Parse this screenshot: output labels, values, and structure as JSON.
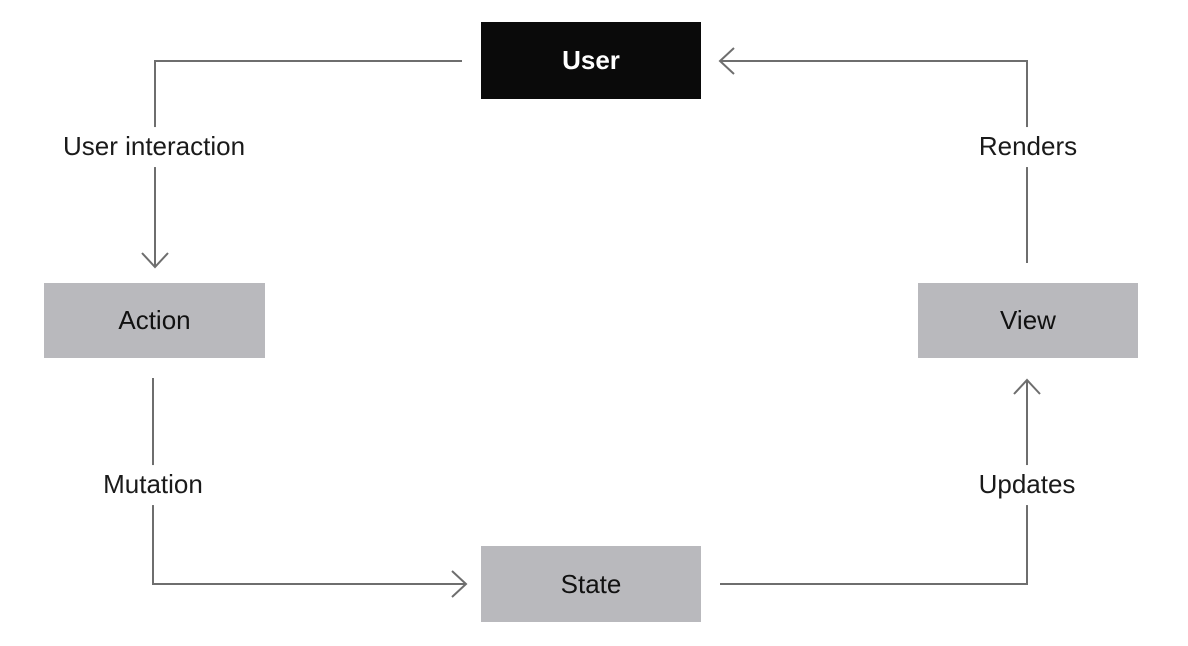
{
  "diagram": {
    "type": "flow-cycle",
    "nodes": [
      {
        "id": "user",
        "label": "User",
        "variant": "primary"
      },
      {
        "id": "action",
        "label": "Action",
        "variant": "secondary"
      },
      {
        "id": "view",
        "label": "View",
        "variant": "secondary"
      },
      {
        "id": "state",
        "label": "State",
        "variant": "secondary"
      }
    ],
    "edges": [
      {
        "from": "user",
        "to": "action",
        "label": "User interaction"
      },
      {
        "from": "action",
        "to": "state",
        "label": "Mutation"
      },
      {
        "from": "state",
        "to": "view",
        "label": "Updates"
      },
      {
        "from": "view",
        "to": "user",
        "label": "Renders"
      }
    ],
    "colors": {
      "background": "#ffffff",
      "node_primary_bg": "#0a0a0a",
      "node_primary_text": "#ffffff",
      "node_secondary_bg": "#b9b9bd",
      "node_secondary_text": "#111111",
      "connector": "#6e6e6e",
      "label_text": "#1a1a1a"
    }
  }
}
